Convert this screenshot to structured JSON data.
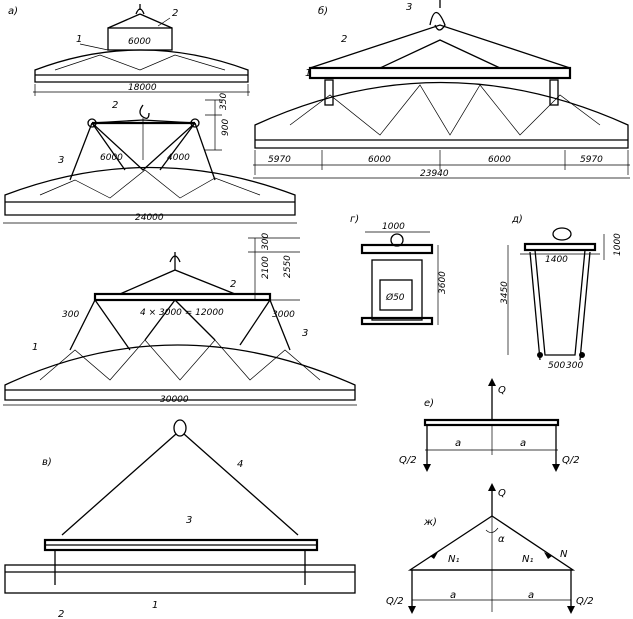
{
  "panels": {
    "a": {
      "letter": "а)",
      "dims": {
        "top": "6000",
        "span": "18000"
      },
      "callouts": {
        "one": "1",
        "two": "2"
      }
    },
    "a2": {
      "dims": {
        "v1": "350",
        "v2": "900",
        "h1": "6000",
        "h2": "4000",
        "span": "24000"
      },
      "callouts": {
        "two": "2",
        "three": "3"
      }
    },
    "a3": {
      "dims": {
        "v1": "300",
        "v2": "2100",
        "v3": "2550",
        "left": "300",
        "mid": "4 × 3000 = 12000",
        "right": "3000",
        "span": "30000"
      },
      "callouts": {
        "one": "1",
        "two": "2",
        "three": "3"
      }
    },
    "b": {
      "letter": "б)",
      "dims": {
        "d1": "5970",
        "d2": "6000",
        "d3": "6000",
        "d4": "5970",
        "total": "23940"
      },
      "callouts": {
        "one": "1",
        "two": "2",
        "three": "3"
      }
    },
    "g": {
      "letter": "г)",
      "dims": {
        "top": "1000",
        "side": "3600",
        "inner": "Ø50"
      }
    },
    "d": {
      "letter": "д)",
      "dims": {
        "top": "1400",
        "right": "1000",
        "height": "3450",
        "bot1": "500",
        "bot2": "300"
      }
    },
    "v": {
      "letter": "в)",
      "callouts": {
        "one": "1",
        "two": "2",
        "three": "3",
        "four": "4"
      }
    },
    "e": {
      "letter": "е)",
      "q": "Q",
      "a1": "a",
      "a2": "a",
      "left": "Q/2",
      "right": "Q/2"
    },
    "zh": {
      "letter": "ж)",
      "q": "Q",
      "alpha": "α",
      "n1": "N₁",
      "n2": "N₁",
      "n3": "N",
      "a1": "a",
      "a2": "a",
      "left": "Q/2",
      "right": "Q/2"
    }
  }
}
